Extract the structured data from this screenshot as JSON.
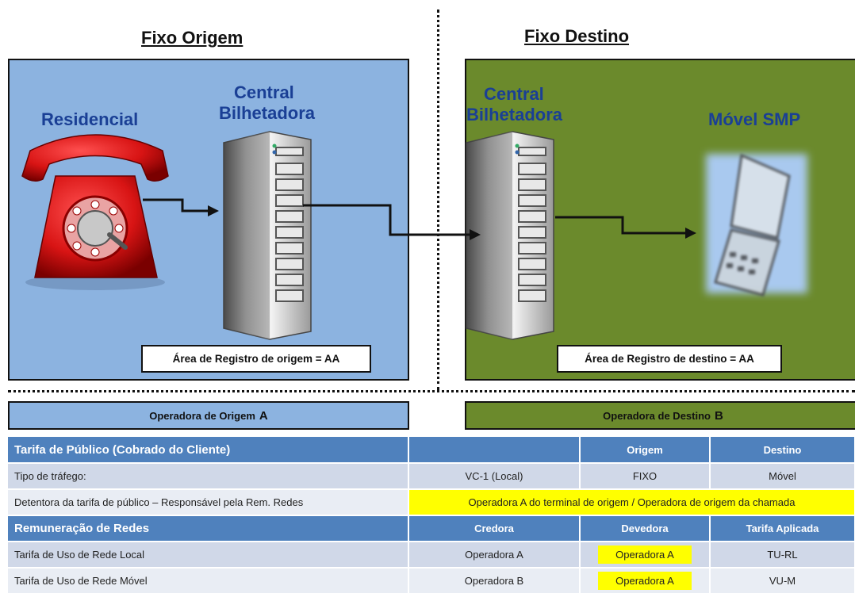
{
  "origin": {
    "section_title": "Fixo Origem",
    "residencial_label": "Residencial",
    "central_label_1": "Central",
    "central_label_2": "Bilhetadora",
    "area_box": "Área de Registro de origem  = AA"
  },
  "destination": {
    "section_title": "Fixo Destino",
    "central_label_1": "Central",
    "central_label_2": "Bilhetadora",
    "mobile_label": "Móvel SMP",
    "area_box": "Área de Registro de destino  = AA"
  },
  "operators": {
    "origin_label": "Operadora de Origem",
    "origin_letter": "A",
    "destination_label": "Operadora de Destino",
    "destination_letter": "B"
  },
  "table": {
    "header1": [
      "Tarifa de Público  (Cobrado do Cliente)",
      "",
      "Origem",
      "Destino"
    ],
    "row_tipo": [
      "Tipo de tráfego:",
      "VC-1 (Local)",
      "FIXO",
      "Móvel"
    ],
    "row_detentora": [
      "Detentora da tarifa de público  – Responsável pela  Rem. Redes",
      "Operadora  A do terminal de  origem / Operadora de origem da chamada"
    ],
    "header2": [
      "Remuneração de Redes",
      "Credora",
      "Devedora",
      "Tarifa Aplicada"
    ],
    "row_local": [
      "Tarifa de Uso de Rede  Local",
      "Operadora  A",
      "Operadora A",
      "TU-RL"
    ],
    "row_movel": [
      "Tarifa de Uso  de Rede Móvel",
      "Operadora  B",
      "Operadora A",
      "VU-M"
    ]
  },
  "colors": {
    "origin_panel": "#8cb3e0",
    "destination_panel": "#6b8a2c",
    "table_header": "#4f81bd",
    "highlight": "#ffff00",
    "label_blue": "#1a3f95"
  }
}
